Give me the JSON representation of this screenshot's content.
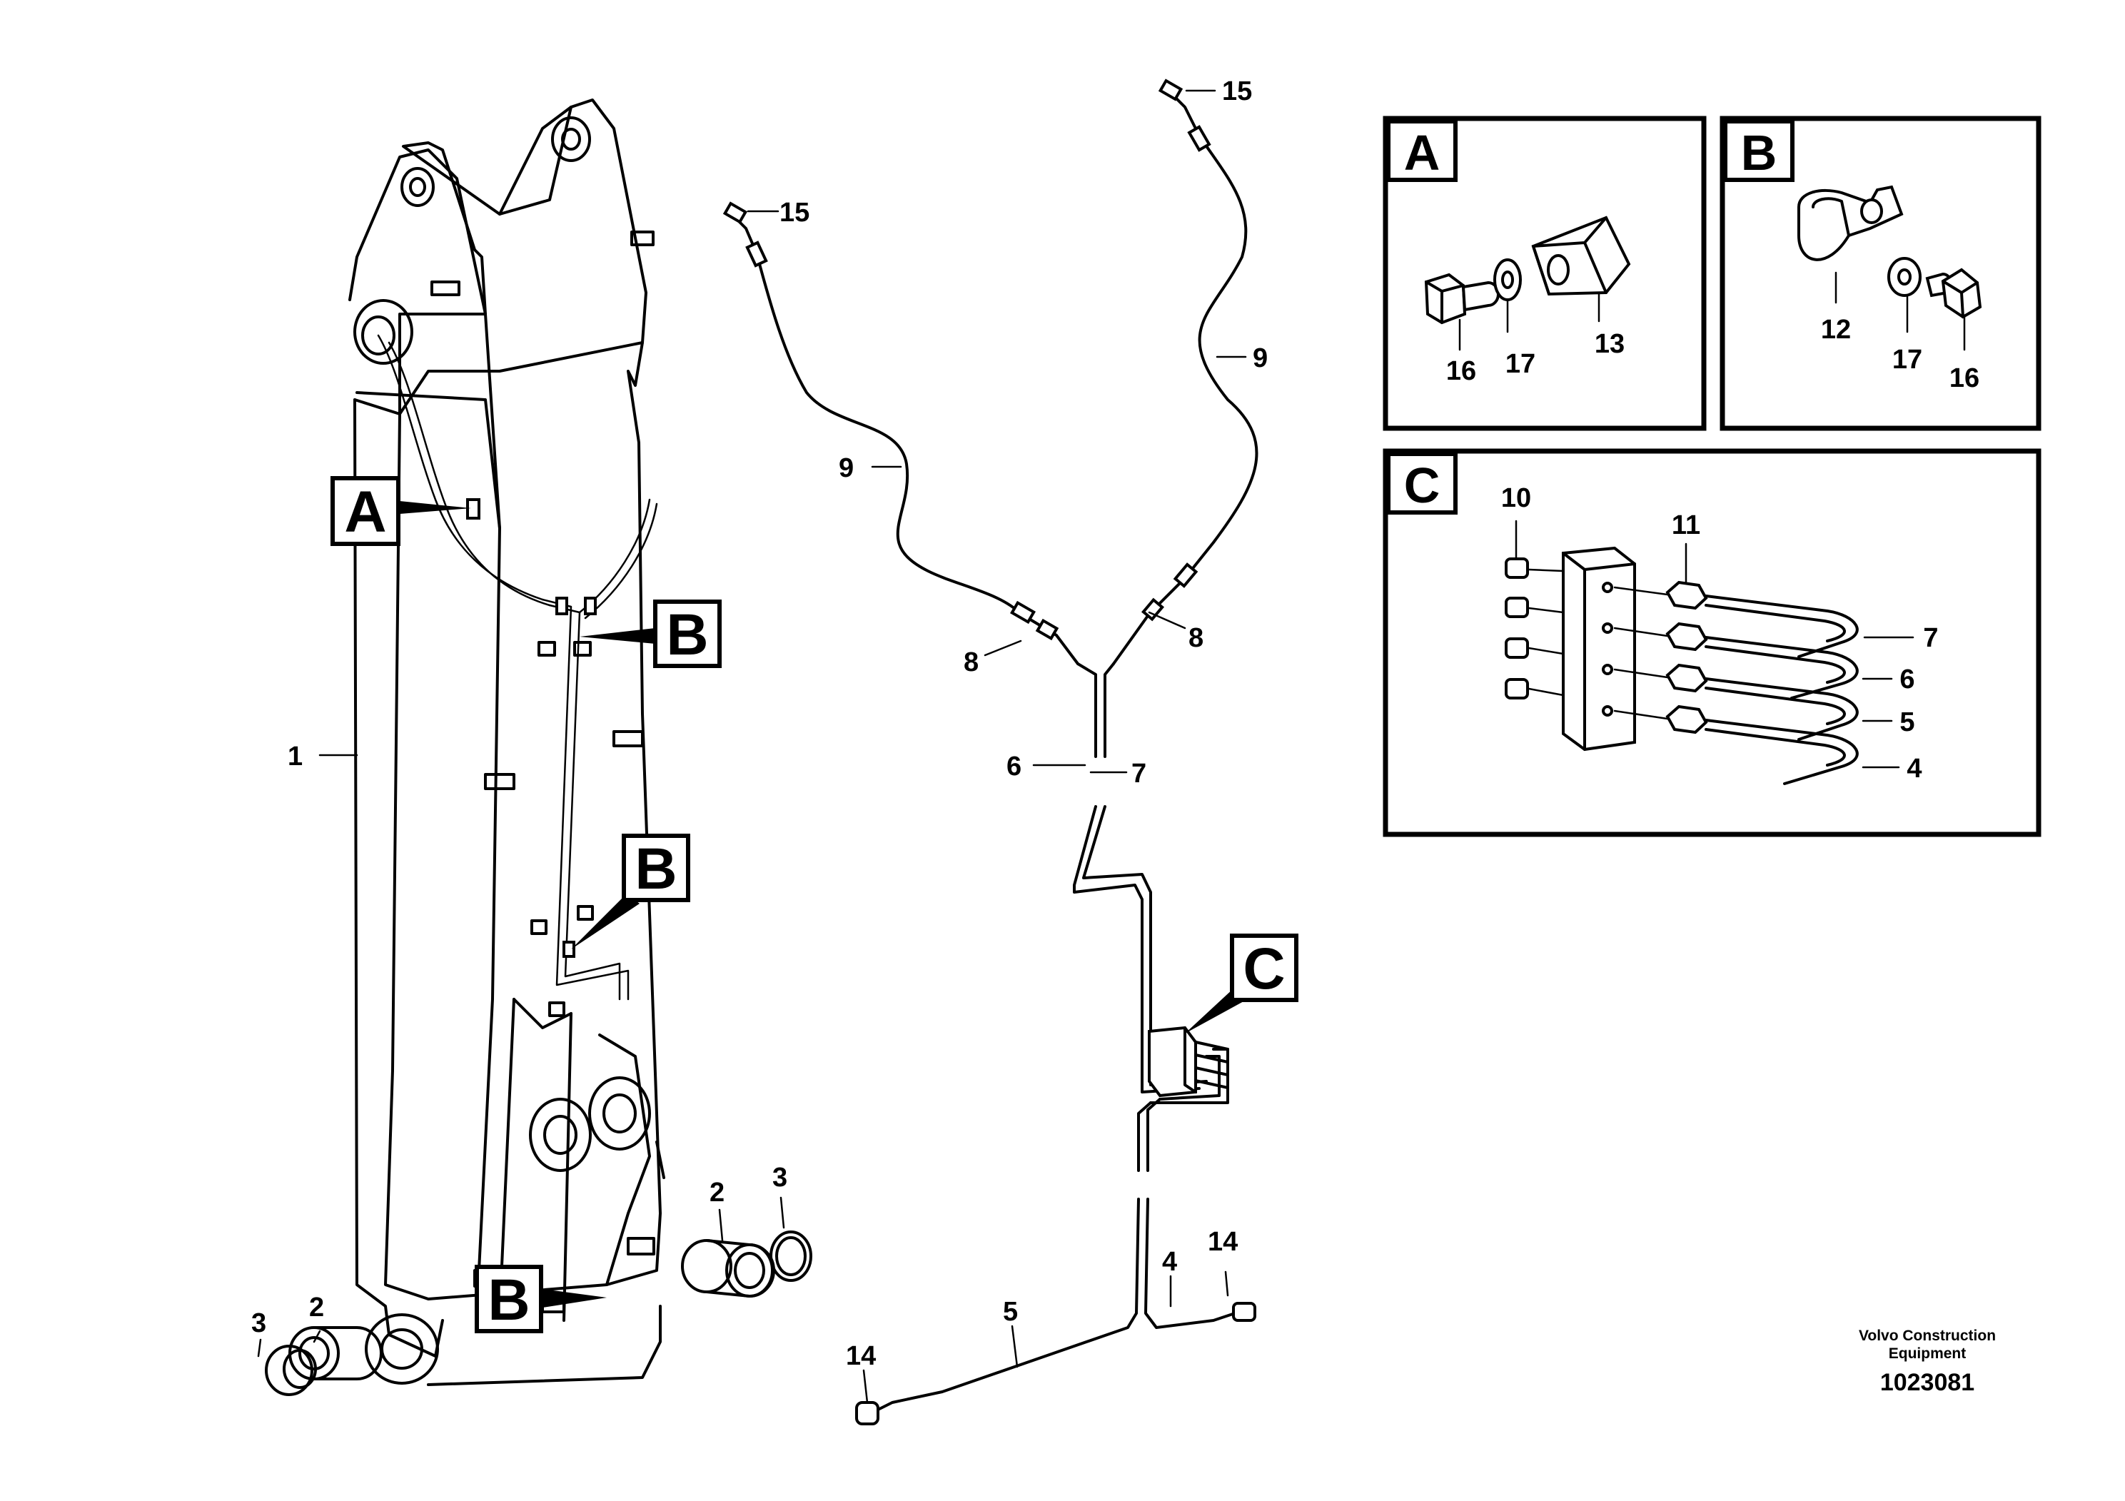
{
  "callouts": {
    "a": "A",
    "b": "B",
    "c": "C"
  },
  "panels": {
    "a": {
      "tag": "A",
      "labels": [
        "16",
        "17",
        "13"
      ]
    },
    "b": {
      "tag": "B",
      "labels": [
        "12",
        "17",
        "16"
      ]
    },
    "c": {
      "tag": "C",
      "labels": [
        "10",
        "11",
        "7",
        "6",
        "5",
        "4"
      ]
    }
  },
  "part_labels": {
    "boom_labels": [
      "1",
      "2",
      "3",
      "2",
      "3"
    ],
    "hose_labels": [
      "15",
      "15",
      "9",
      "9",
      "8",
      "8",
      "6",
      "7"
    ],
    "tube_labels": [
      "5",
      "4",
      "14",
      "14"
    ]
  },
  "footer": {
    "manufacturer_line1": "Volvo Construction",
    "manufacturer_line2": "Equipment",
    "drawing_number": "1023081"
  }
}
